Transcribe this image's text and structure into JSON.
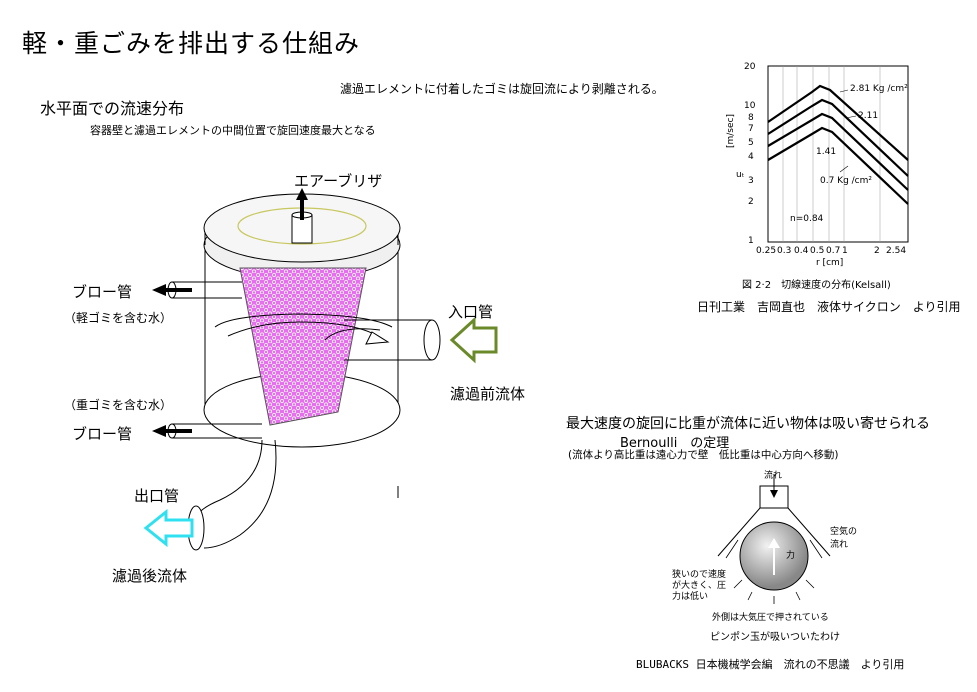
{
  "title": "軽・重ごみを排出する仕組み",
  "note_top": "濾過エレメントに付着したゴミは旋回流により剥離される。",
  "section": {
    "heading": "水平面での流速分布",
    "subheading": "容器壁と濾過エレメントの中間位置で旋回速度最大となる"
  },
  "labels": {
    "air_breather": "エアーブリザ",
    "blow_pipe_1": "ブロー管",
    "blow_pipe_1_note": "（軽ゴミを含む水）",
    "blow_pipe_2_note": "（重ゴミを含む水）",
    "blow_pipe_2": "ブロー管",
    "inlet": "入口管",
    "pre_fluid": "濾過前流体",
    "outlet": "出口管",
    "post_fluid": "濾過後流体"
  },
  "graph": {
    "y_ticks": [
      "20",
      "10",
      "8",
      "7",
      "5",
      "4",
      "3",
      "2",
      "1"
    ],
    "x_ticks": [
      "0.25",
      "0.3",
      "0.4",
      "0.5",
      "0.7",
      "1",
      "2",
      "2.54"
    ],
    "ylabel": "[m/sec]",
    "ysym": "uₜ",
    "xlabel": "r [cm]",
    "curve_labels": [
      "2.81 Kg /cm²",
      "2.11",
      "1.41",
      "0.7 Kg /cm²"
    ],
    "n_label": "n=0.84",
    "caption": "図 2·2　切線速度の分布(Kelsall)",
    "source": "日刊工業　吉岡直也　液体サイクロン　より引用"
  },
  "bernoulli": {
    "line1": "最大速度の旋回に比重が流体に近い物体は吸い寄せられる",
    "line2": "Bernoulli　の定理",
    "line3": "(流体より高比重は遠心力で壁　低比重は中心方向へ移動)",
    "flow": "流れ",
    "air_flow": "空気の流れ",
    "narrow": "狭いので速度が大きく、圧力は低い",
    "outer": "外側は大気圧で押されている",
    "force": "力",
    "caption": "ピンポン玉が吸いついたわけ",
    "source": "BLUBACKS 日本機械学会編　流れの不思議　より引用"
  },
  "colors": {
    "filter_element": "#e040e8",
    "inlet_arrow": "#6a8a2a",
    "outlet_arrow": "#2ee0f0",
    "inner_ring": "#c8c860"
  }
}
